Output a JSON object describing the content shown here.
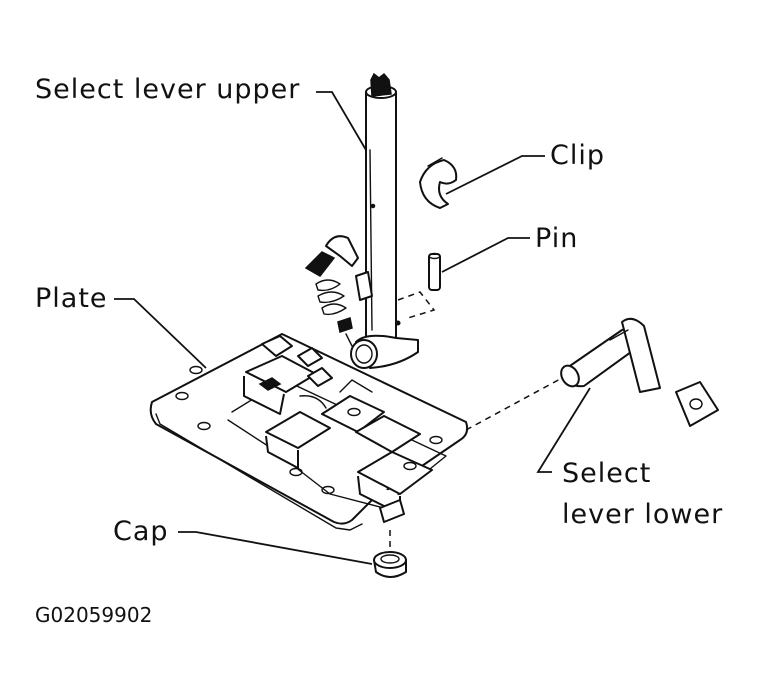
{
  "labels": {
    "select_lever_upper": "Select lever upper",
    "clip": "Clip",
    "pin": "Pin",
    "plate": "Plate",
    "select_lever_lower_line1": "Select",
    "select_lever_lower_line2": "lever lower",
    "cap": "Cap"
  },
  "figure_id": "G02059902"
}
